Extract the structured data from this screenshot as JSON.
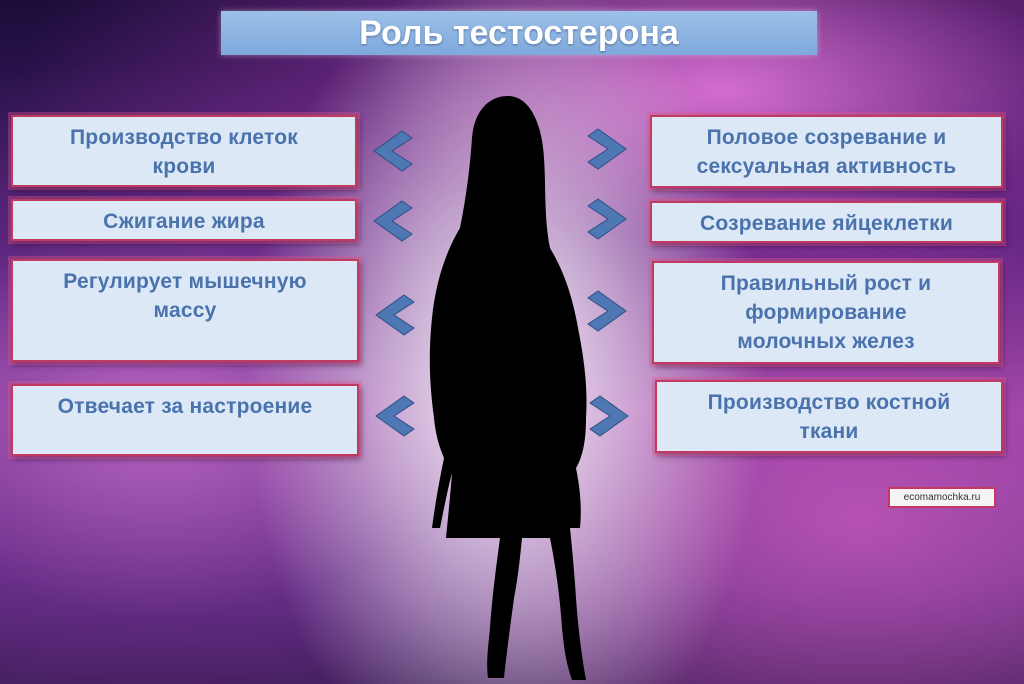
{
  "title": "Роль тестостерона",
  "left_cards": [
    "Производство  клеток\nкрови",
    "Сжигание  жира",
    "Регулирует  мышечную\nмассу",
    "Отвечает  за настроение"
  ],
  "right_cards": [
    "Половое  созревание  и\nсексуальная  активность",
    "Созревание  яйцеклетки",
    "Правильный  рост  и\nформирование\nмолочных  желез",
    "Производство  костной\nткани"
  ],
  "watermark": "ecomamochka.ru",
  "colors": {
    "card_text": "#4a73ad",
    "card_bg": "#dce8f6",
    "card_border": "#c13a62",
    "arrow": "#4e78b3",
    "title_bg": "#8fb6e3"
  },
  "icons": [
    "chevron-left-icon",
    "chevron-right-icon",
    "woman-silhouette"
  ]
}
